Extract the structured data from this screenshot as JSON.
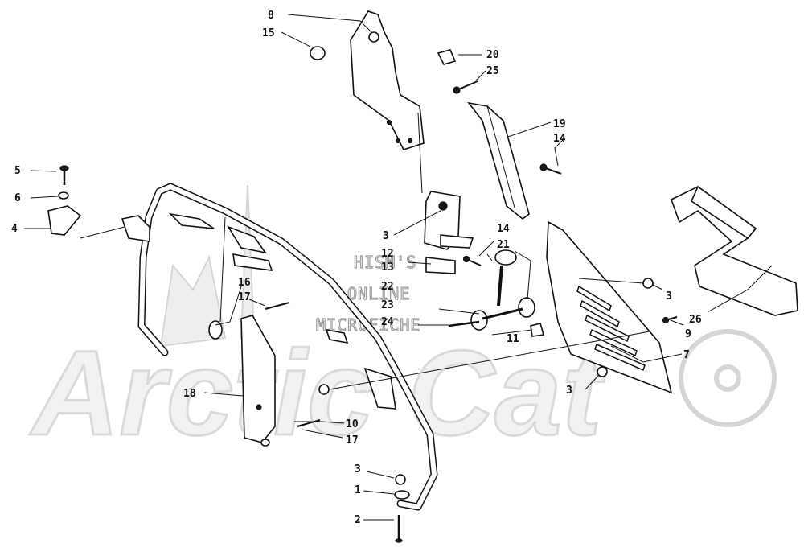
{
  "watermark": {
    "brand": "Arctic Cat",
    "line1": "HISM'S",
    "line2": "ONLINE",
    "line3": "MICROFICHE"
  },
  "callouts": {
    "c8": "8",
    "c15": "15",
    "c20": "20",
    "c25": "25",
    "c19": "19",
    "c14a": "14",
    "c5": "5",
    "c6": "6",
    "c4": "4",
    "c3a": "3",
    "c12": "12",
    "c13": "13",
    "c14b": "14",
    "c21": "21",
    "c22": "22",
    "c23": "23",
    "c24": "24",
    "c16": "16",
    "c17a": "17",
    "c18": "18",
    "c10": "10",
    "c17b": "17",
    "c3b": "3",
    "c1": "1",
    "c2": "2",
    "c11": "11",
    "c3c": "3",
    "c9": "9",
    "c7": "7",
    "c3d": "3",
    "c26": "26"
  }
}
